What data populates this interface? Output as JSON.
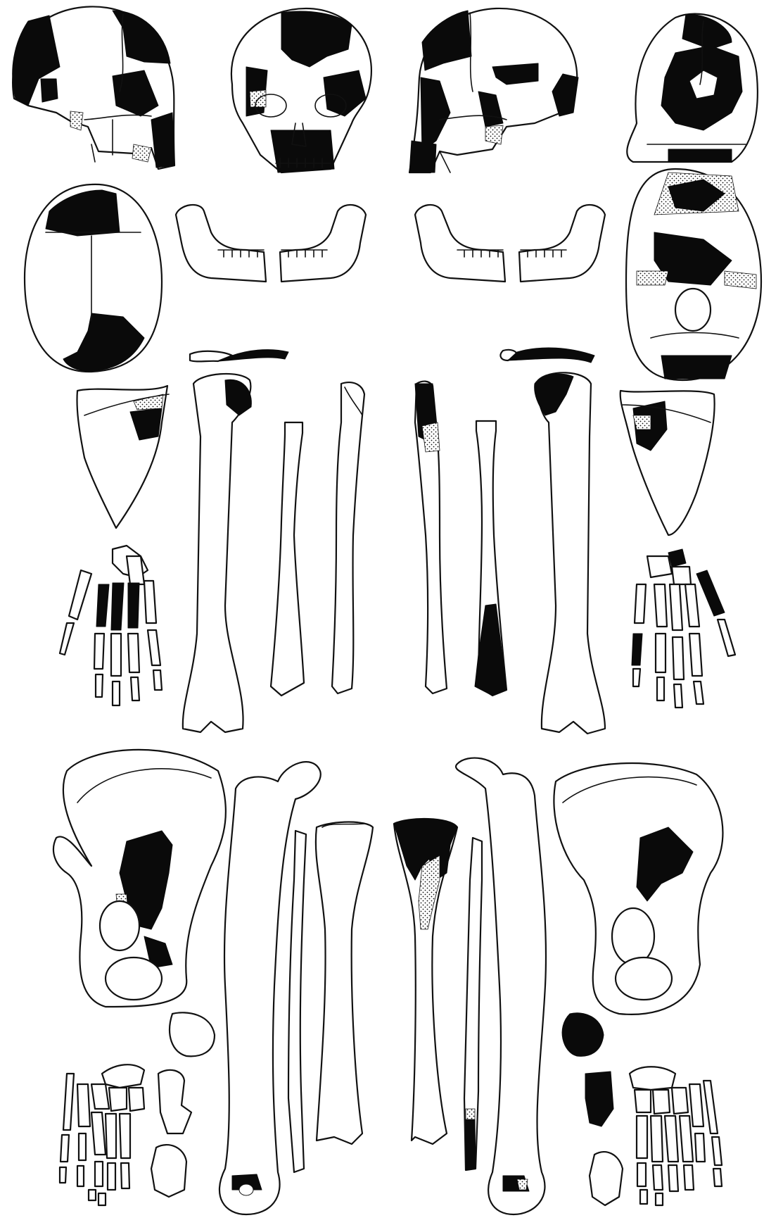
{
  "figure": {
    "background": "#ffffff",
    "ink": "#0a0a0a",
    "legend_symbols": {
      "preserved": "outline",
      "missing": "solid-black",
      "reconstructed": "stipple"
    }
  }
}
